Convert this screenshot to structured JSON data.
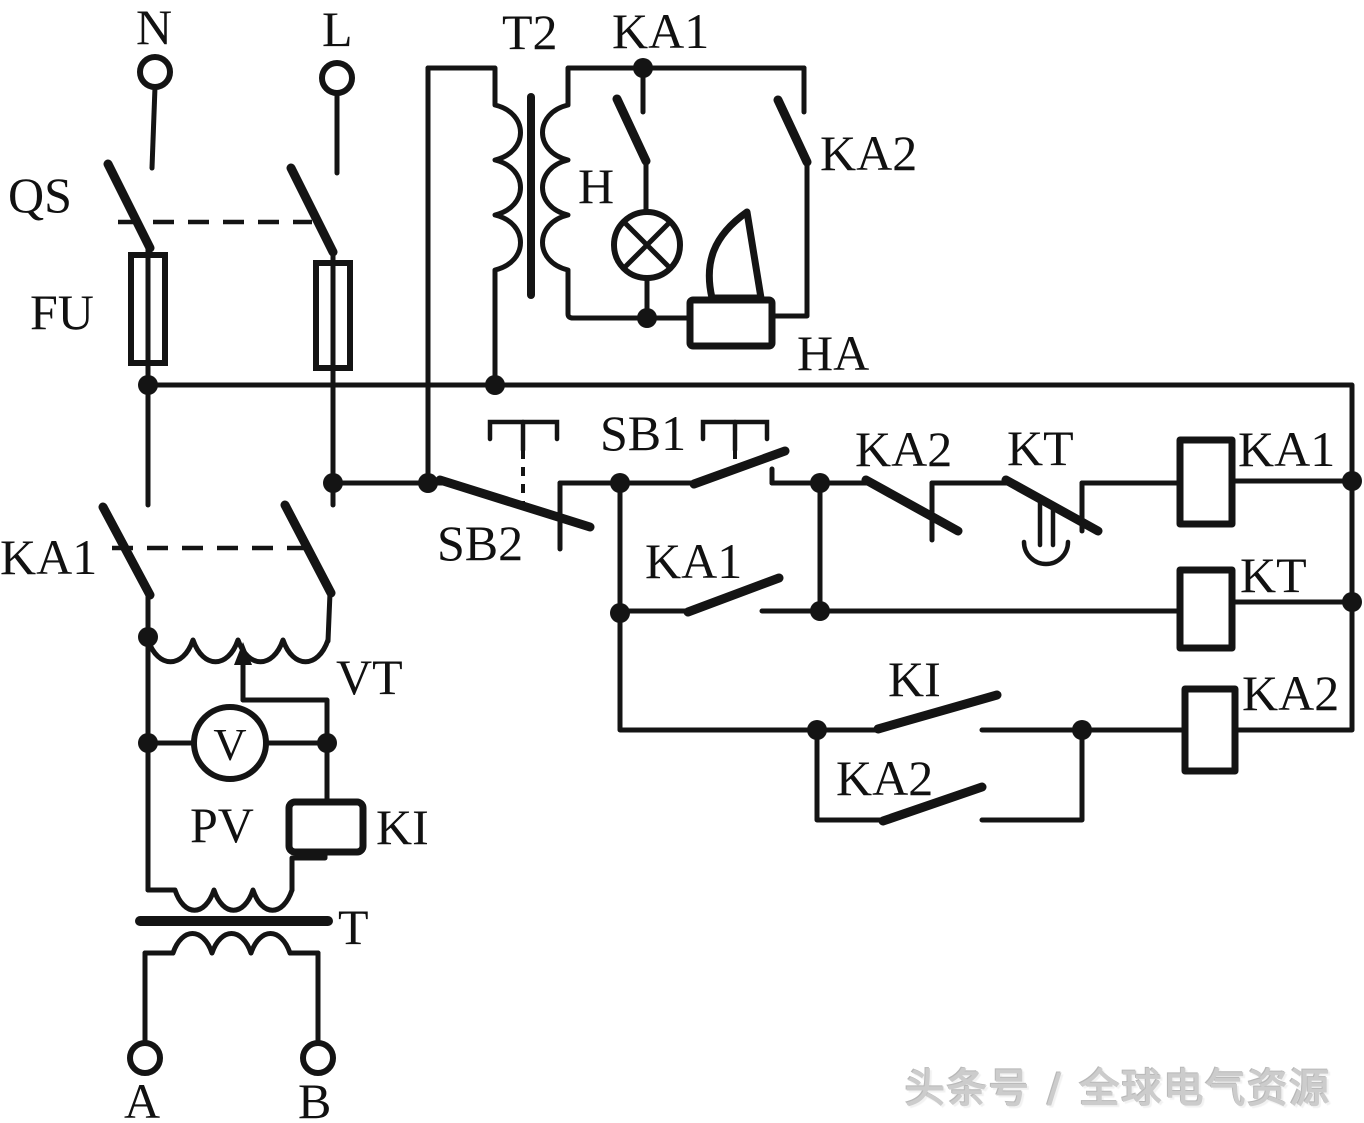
{
  "diagram": {
    "type": "relay-control-circuit-schematic",
    "line_color": "#141414",
    "background_color": "#ffffff",
    "labels": {
      "terminal_n": "N",
      "terminal_l": "L",
      "switch_qs": "QS",
      "fuse_fu": "FU",
      "transformer_t2": "T2",
      "contact_ka1_signal": "KA1",
      "contact_ka2_signal": "KA2",
      "lamp_h": "H",
      "bell_ha": "HA",
      "button_sb1": "SB1",
      "button_sb2": "SB2",
      "contact_ka1_aux": "KA1",
      "contact_ka2_nc": "KA2",
      "contact_kt_nc": "KT",
      "coil_ka1": "KA1",
      "coil_kt": "KT",
      "coil_ka2": "KA2",
      "contact_ki": "KI",
      "contact_ka2_no": "KA2",
      "switch_ka1": "KA1",
      "autotransformer_vt": "VT",
      "meter_pv": "PV",
      "meter_v": "V",
      "coil_ki": "KI",
      "transformer_t": "T",
      "terminal_a": "A",
      "terminal_b": "B"
    },
    "watermark": {
      "text": "头条号 / 全球电气资源",
      "color": "#cccccc"
    }
  }
}
